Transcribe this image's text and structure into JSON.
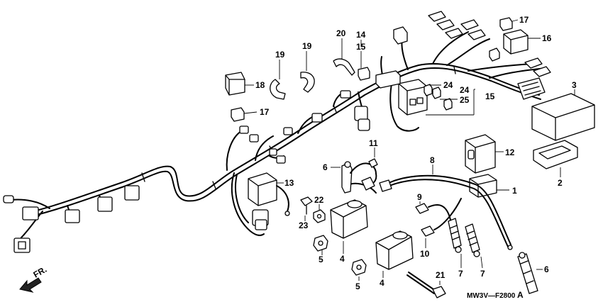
{
  "diagram": {
    "code": "MW3V—F2800",
    "code_suffix": "A",
    "direction_label": "FR.",
    "callouts": [
      {
        "id": "c1",
        "label": "1"
      },
      {
        "id": "c2",
        "label": "2"
      },
      {
        "id": "c3",
        "label": "3"
      },
      {
        "id": "c4a",
        "label": "4"
      },
      {
        "id": "c4b",
        "label": "4"
      },
      {
        "id": "c5a",
        "label": "5"
      },
      {
        "id": "c5b",
        "label": "5"
      },
      {
        "id": "c6a",
        "label": "6"
      },
      {
        "id": "c6b",
        "label": "6"
      },
      {
        "id": "c7a",
        "label": "7"
      },
      {
        "id": "c7b",
        "label": "7"
      },
      {
        "id": "c8",
        "label": "8"
      },
      {
        "id": "c9",
        "label": "9"
      },
      {
        "id": "c10",
        "label": "10"
      },
      {
        "id": "c11",
        "label": "11"
      },
      {
        "id": "c12",
        "label": "12"
      },
      {
        "id": "c13",
        "label": "13"
      },
      {
        "id": "c14",
        "label": "14"
      },
      {
        "id": "c15a",
        "label": "15"
      },
      {
        "id": "c15b",
        "label": "15"
      },
      {
        "id": "c16",
        "label": "16"
      },
      {
        "id": "c17a",
        "label": "17"
      },
      {
        "id": "c17b",
        "label": "17"
      },
      {
        "id": "c18",
        "label": "18"
      },
      {
        "id": "c19a",
        "label": "19"
      },
      {
        "id": "c19b",
        "label": "19"
      },
      {
        "id": "c20",
        "label": "20"
      },
      {
        "id": "c21",
        "label": "21"
      },
      {
        "id": "c22",
        "label": "22"
      },
      {
        "id": "c23",
        "label": "23"
      },
      {
        "id": "c24a",
        "label": "24"
      },
      {
        "id": "c24b",
        "label": "24"
      },
      {
        "id": "c25",
        "label": "25"
      }
    ]
  }
}
